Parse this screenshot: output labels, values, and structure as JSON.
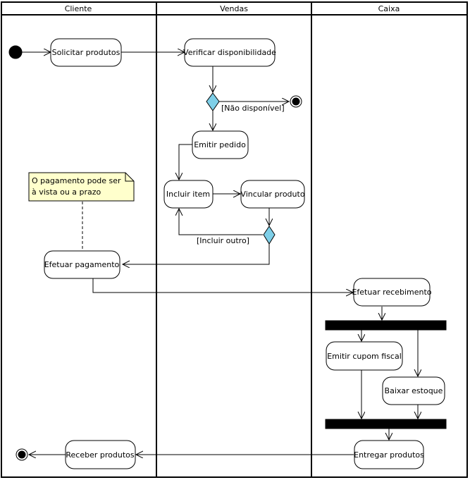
{
  "lanes": {
    "cliente": "Cliente",
    "vendas": "Vendas",
    "caixa": "Caixa"
  },
  "actions": {
    "solicitar": "Solicitar produtos",
    "verificar": "Verificar disponibilidade",
    "emitir_pedido": "Emitir pedido",
    "incluir_item": "Incluir item",
    "vincular": "Vincular produto",
    "efetuar_pagamento": "Efetuar pagamento",
    "efetuar_recebimento": "Efetuar recebimento",
    "emitir_cupom": "Emitir cupom fiscal",
    "baixar_estoque": "Baixar estoque",
    "entregar": "Entregar produtos",
    "receber": "Receber produtos"
  },
  "guards": {
    "nao_disponivel": "[Não disponível]",
    "incluir_outro": "[Incluir outro]"
  },
  "note": {
    "line1": "O pagamento pode ser",
    "line2": "à vista ou a prazo"
  },
  "colors": {
    "decision_fill": "#7ecfe8",
    "note_fill": "#ffffcc",
    "line": "#000000",
    "action_fill": "#ffffff"
  }
}
